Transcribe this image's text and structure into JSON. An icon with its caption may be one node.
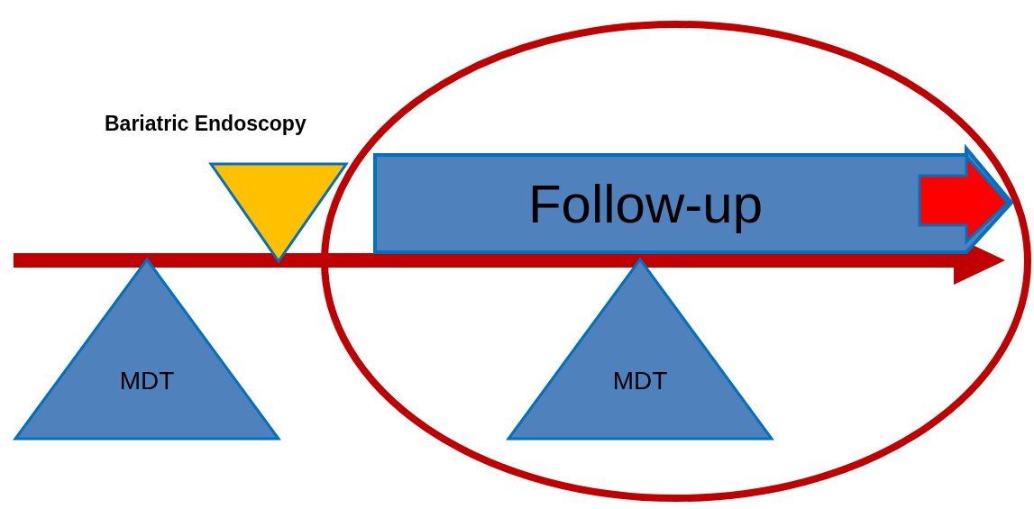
{
  "diagram": {
    "nodes": [
      {
        "text": [
          "Bariatric Endoscopy"
        ]
      },
      {
        "text": [
          "MDT"
        ]
      },
      {
        "text": [],
        "shape": "ellipse"
      },
      {
        "text": [
          "Follow-up"
        ],
        "in": 2
      },
      {
        "text": [
          "MDT"
        ],
        "in": 2
      }
    ]
  }
}
